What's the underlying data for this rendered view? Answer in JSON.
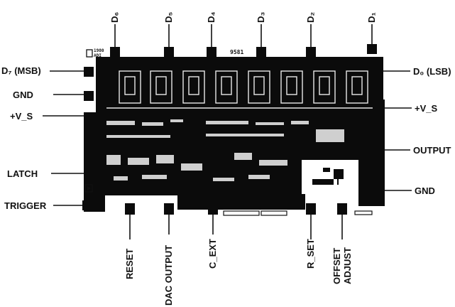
{
  "pins": {
    "d6": "D₆",
    "d5": "D₅",
    "d4": "D₄",
    "d3": "D₃",
    "d2": "D₂",
    "d1": "D₁",
    "d7": "D₇ (MSB)",
    "d0": "D₀ (LSB)",
    "gnd_left": "GND",
    "vs_left": "+V_S",
    "latch": "LATCH",
    "trigger": "TRIGGER",
    "vs_right": "+V_S",
    "output": "OUTPUT",
    "gnd_right": "GND",
    "reset": "RESET",
    "dac_output": "DAC OUTPUT",
    "cext": "C_EXT",
    "rset": "R_SET",
    "offset_adjust_1": "OFFSET",
    "offset_adjust_2": "ADJUST"
  },
  "chip_markings": {
    "part_number": "9581",
    "logo_year": "1980",
    "logo_vendor": "ADI"
  }
}
